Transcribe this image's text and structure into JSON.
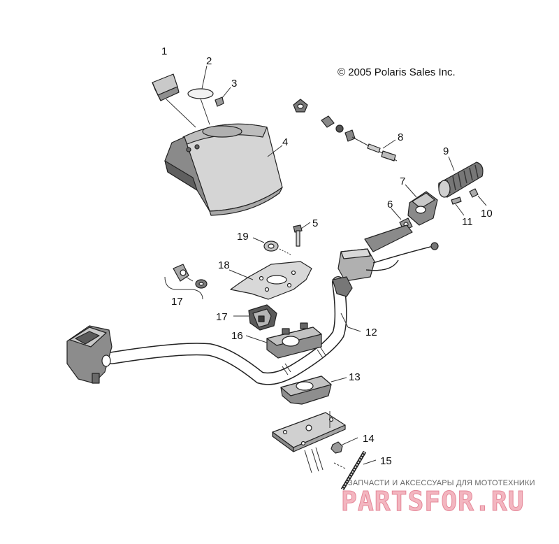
{
  "copyright": "© 2005 Polaris Sales Inc.",
  "callouts": [
    "1",
    "2",
    "3",
    "4",
    "5",
    "6",
    "7",
    "8",
    "9",
    "10",
    "11",
    "12",
    "13",
    "14",
    "15",
    "16",
    "17",
    "17",
    "18",
    "19"
  ],
  "watermark": {
    "tagline": "ЗАПЧАСТИ И АКСЕССУАРЫ ДЛЯ МОТОТЕХНИКИ",
    "logo": "PARTSFOR.RU"
  }
}
